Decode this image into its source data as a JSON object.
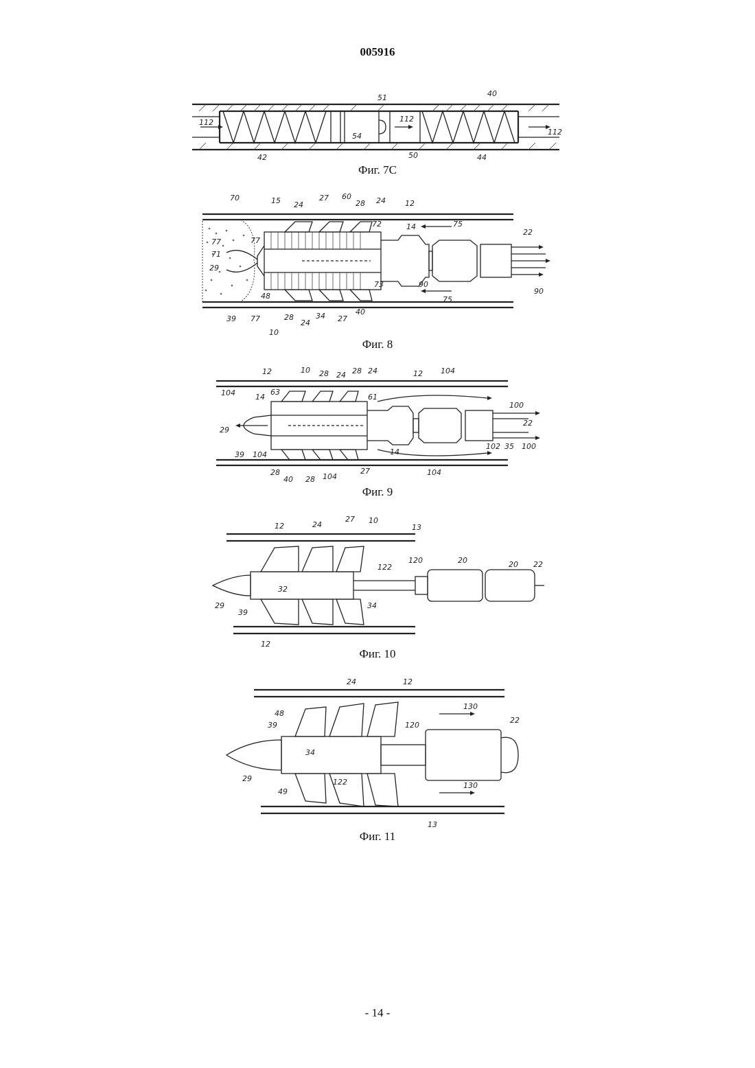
{
  "header": {
    "doc_number": "005916"
  },
  "figures": [
    {
      "caption": "Фиг. 7C",
      "labels": [
        "112",
        "42",
        "54",
        "51",
        "112",
        "50",
        "40",
        "44",
        "112"
      ]
    },
    {
      "caption": "Фиг. 8",
      "labels": [
        "70",
        "15",
        "24",
        "27",
        "60",
        "28",
        "24",
        "12",
        "72",
        "14",
        "75",
        "22",
        "77",
        "71",
        "77",
        "29",
        "48",
        "39",
        "77",
        "10",
        "28",
        "24",
        "34",
        "27",
        "40",
        "73",
        "90",
        "75",
        "90"
      ]
    },
    {
      "caption": "Фиг. 9",
      "labels": [
        "12",
        "10",
        "28",
        "24",
        "28",
        "24",
        "12",
        "104",
        "63",
        "14",
        "104",
        "61",
        "100",
        "22",
        "29",
        "39",
        "104",
        "28",
        "40",
        "28",
        "104",
        "27",
        "14",
        "104",
        "102",
        "35",
        "100"
      ]
    },
    {
      "caption": "Фиг. 10",
      "labels": [
        "12",
        "24",
        "27",
        "10",
        "13",
        "122",
        "120",
        "20",
        "20",
        "22",
        "32",
        "29",
        "39",
        "34",
        "12"
      ]
    },
    {
      "caption": "Фиг. 11",
      "labels": [
        "24",
        "12",
        "48",
        "39",
        "130",
        "120",
        "22",
        "34",
        "29",
        "122",
        "49",
        "130",
        "13"
      ]
    }
  ],
  "footer": {
    "page_number": "- 14 -"
  }
}
